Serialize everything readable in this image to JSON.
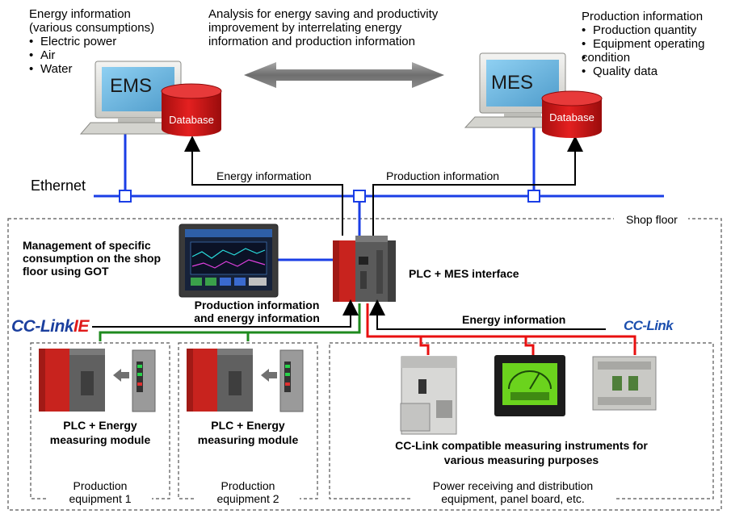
{
  "energy_info_box": {
    "title_line1": "Energy information",
    "title_line2": "(various consumptions)",
    "items": [
      "Electric power",
      "Air",
      "Water"
    ]
  },
  "analysis_text": {
    "line1": "Analysis for energy saving and productivity",
    "line2": "improvement by interrelating energy",
    "line3": "information and production information"
  },
  "production_info_box": {
    "title": "Production information",
    "items": [
      "Production quantity",
      "Equipment operating",
      "condition",
      "Quality data"
    ]
  },
  "ems": {
    "screen_label": "EMS",
    "db_label": "Database"
  },
  "mes": {
    "screen_label": "MES",
    "db_label": "Database"
  },
  "network": {
    "ethernet_label": "Ethernet",
    "energy_info_label": "Energy information",
    "production_info_label": "Production information",
    "shop_floor_label": "Shop floor"
  },
  "got": {
    "caption_line1": "Management of specific",
    "caption_line2": "consumption on the shop",
    "caption_line3": "floor using GOT"
  },
  "plc_mes": {
    "label": "PLC + MES interface"
  },
  "cclink_ie": {
    "logo_text_a": "CC-Link",
    "logo_text_b": "IE",
    "flow_line1": "Production information",
    "flow_line2": "and energy information"
  },
  "cclink": {
    "logo_text": "CC-Link",
    "energy_info_label": "Energy information"
  },
  "equipment_1": {
    "module_line1": "PLC + Energy",
    "module_line2": "measuring module",
    "group_line1": "Production",
    "group_line2": "equipment 1"
  },
  "equipment_2": {
    "module_line1": "PLC + Energy",
    "module_line2": "measuring module",
    "group_line1": "Production",
    "group_line2": "equipment 2"
  },
  "instruments": {
    "caption_line1": "CC-Link compatible measuring instruments for",
    "caption_line2": "various measuring purposes",
    "group_line1": "Power receiving and distribution",
    "group_line2": "equipment, panel board, etc."
  },
  "colors": {
    "ethernet": "#1a3ee6",
    "cclink_ie": "#1e8a1e",
    "cclink": "#e81010",
    "plc_red": "#c8231e",
    "db_red": "#d01414",
    "screen_blue": "#6ab2df",
    "arrow_gray": "#7f7f7f"
  }
}
